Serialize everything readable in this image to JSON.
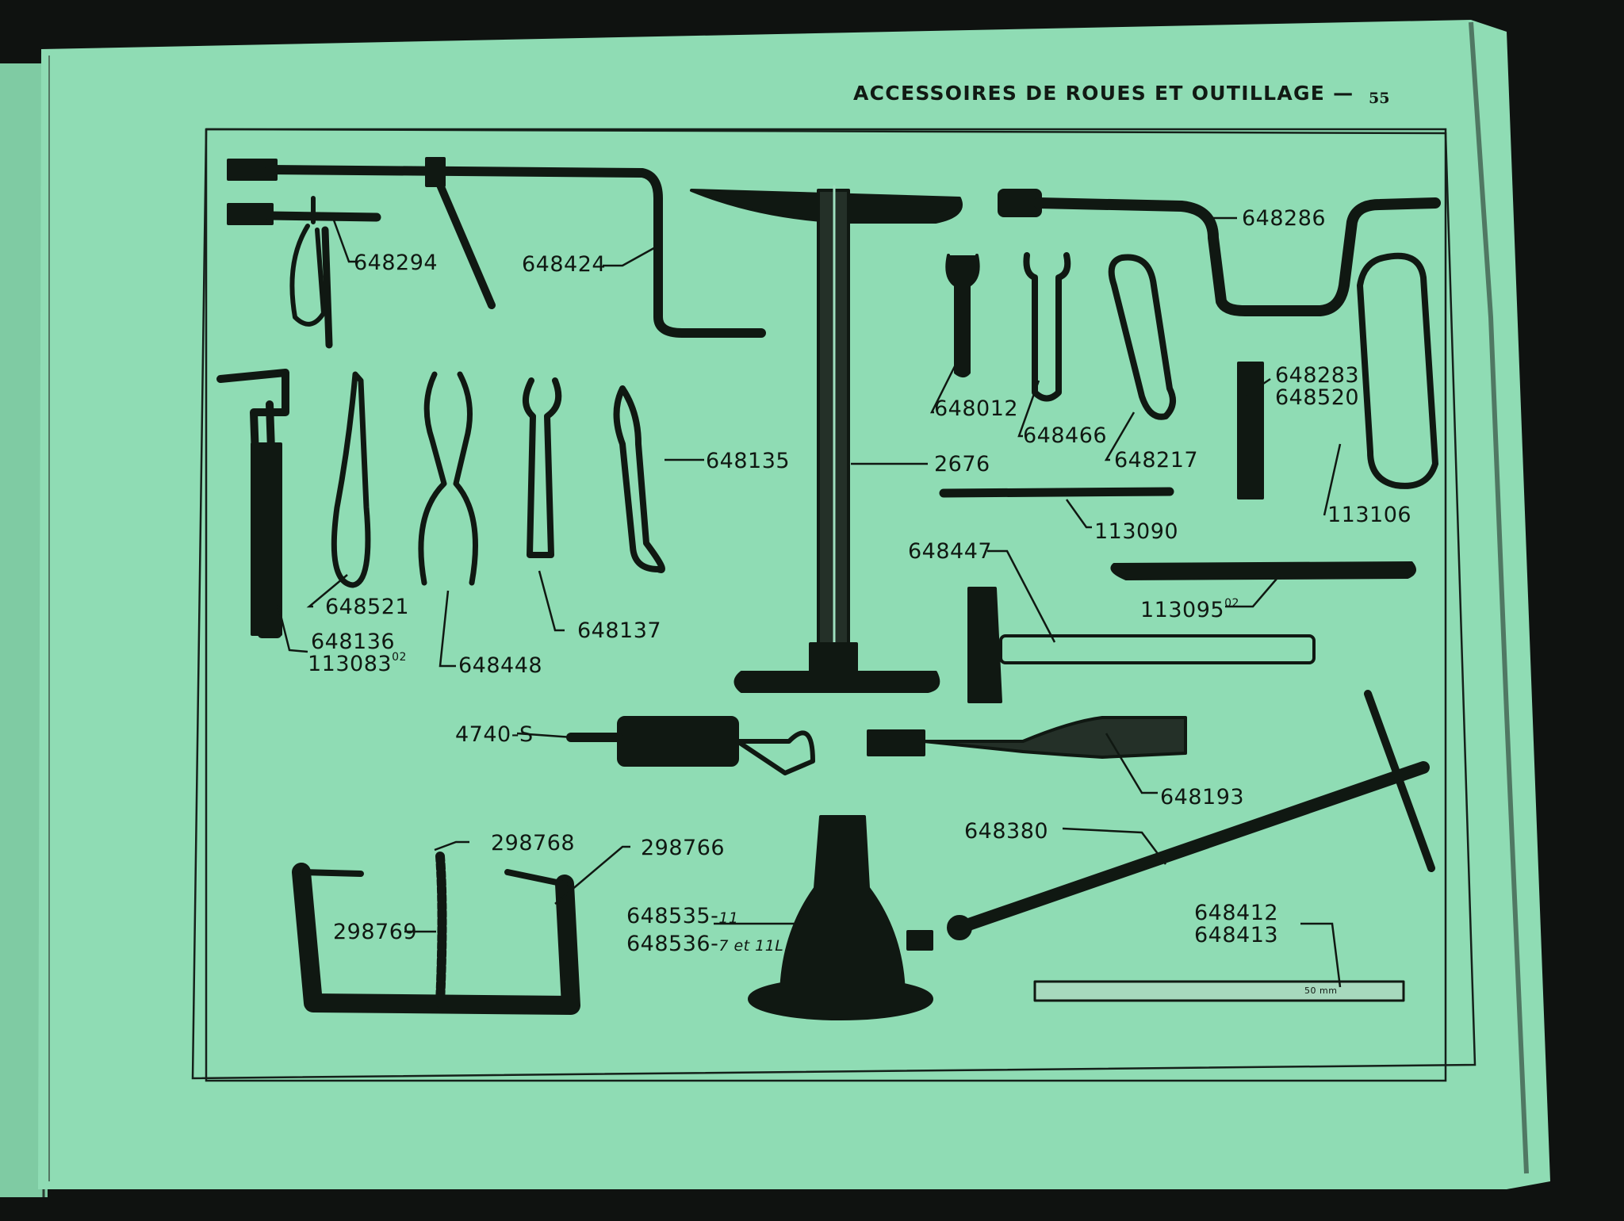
{
  "page": {
    "header": "ACCESSOIRES DE ROUES ET OUTILLAGE —",
    "page_number": "55"
  },
  "colors": {
    "paper": "#8fdcb4",
    "ink": "#101812",
    "background": "#0f1210"
  },
  "labels": {
    "l648294": "648294",
    "l648424": "648424",
    "l648286": "648286",
    "l648012": "648012",
    "l648466": "648466",
    "l648217": "648217",
    "l648283": "648283",
    "l648520": "648520",
    "l113106": "113106",
    "l648135": "648135",
    "l2676": "2676",
    "l113090": "113090",
    "l648447": "648447",
    "l113095": "113095",
    "l113095_sup": "02",
    "l648521": "648521",
    "l648136": "648136",
    "l113083": "113083",
    "l113083_sup": "02",
    "l648448": "648448",
    "l648137": "648137",
    "l4740": "4740-S",
    "l648193": "648193",
    "l298768": "298768",
    "l298766": "298766",
    "l298769": "298769",
    "l648535": "648535-",
    "l648535_sfx": "11",
    "l648536": "648536-",
    "l648536_sfx": "7 et 11L",
    "l648380": "648380",
    "l648412": "648412",
    "l648413": "648413",
    "ruler_text": "50 mm"
  }
}
